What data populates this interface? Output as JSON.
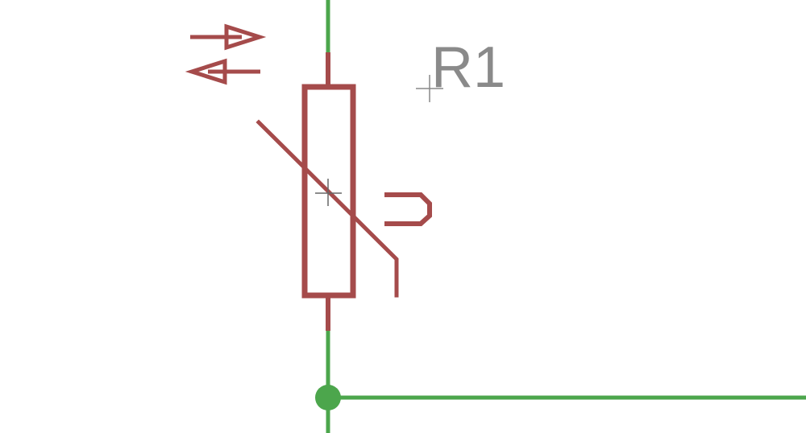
{
  "component": {
    "name_label": "R1"
  },
  "colors": {
    "symbol": "#a54b4b",
    "wire": "#4ca64c",
    "label": "#8a8a8a",
    "origin_cross": "#666666",
    "background": "#ffffff"
  },
  "icons": [
    "bidirectional-arrows-icon",
    "thermistor-symbol",
    "junction-dot",
    "origin-crosshair"
  ]
}
